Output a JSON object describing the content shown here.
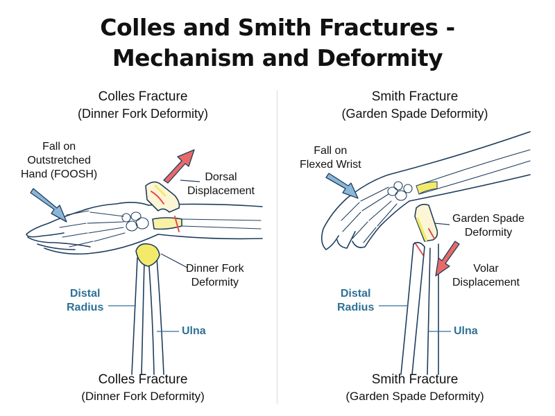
{
  "title": {
    "line1": "Colles and Smith Fractures -",
    "line2": "Mechanism and Deformity"
  },
  "left_panel": {
    "heading_line1": "Colles Fracture",
    "heading_line2": "(Dinner Fork Deformity)",
    "mechanism_line1": "Fall on",
    "mechanism_line2": "Outstretched",
    "mechanism_line3": "Hand (FOOSH)",
    "displacement_line1": "Dorsal",
    "displacement_line2": "Displacement",
    "deformity_line1": "Dinner Fork",
    "deformity_line2": "Deformity",
    "radius_line1": "Distal",
    "radius_line2": "Radius",
    "ulna": "Ulna",
    "footer_line1": "Colles Fracture",
    "footer_line2": "(Dinner Fork Deformity)"
  },
  "right_panel": {
    "heading_line1": "Smith Fracture",
    "heading_line2": "(Garden Spade Deformity)",
    "mechanism_line1": "Fall on",
    "mechanism_line2": "Flexed Wrist",
    "deformity_line1": "Garden Spade",
    "deformity_line2": "Deformity",
    "displacement_line1": "Volar",
    "displacement_line2": "Displacement",
    "radius_line1": "Distal",
    "radius_line2": "Radius",
    "ulna": "Ulna",
    "footer_line1": "Smith Fracture",
    "footer_line2": "(Garden Spade Deformity)"
  },
  "colors": {
    "outline": "#1e3d5c",
    "label_blue": "#2d7196",
    "arrow_blue": "#8ab6d8",
    "arrow_red": "#e86a68",
    "fracture_yellow": "#f3ea6b",
    "fracture_red": "#e8474a"
  }
}
